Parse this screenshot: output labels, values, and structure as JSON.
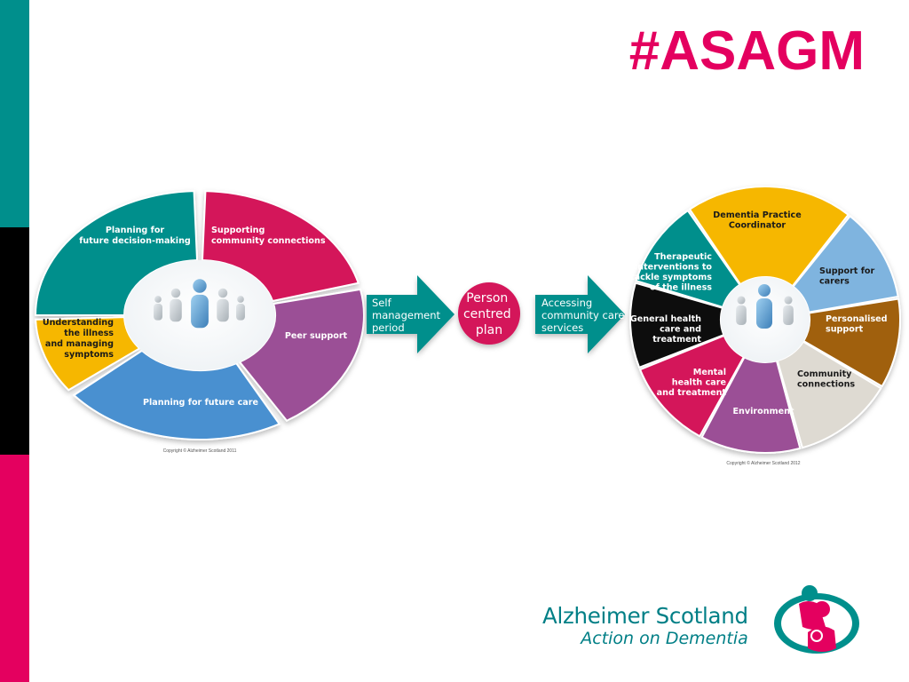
{
  "slide": {
    "hashtag": "#ASAGM",
    "colors": {
      "teal": "#008f8c",
      "black": "#000000",
      "pink": "#e4005f",
      "magenta": "#d4145a",
      "purple": "#9b4f96",
      "blue": "#5b9bd5",
      "yellow": "#f6b700",
      "light_blue": "#7fb4df",
      "brown": "#a0600e",
      "grey": "#dedad2"
    }
  },
  "left_diagram": {
    "segments": [
      {
        "label": [
          "Planning for",
          "future decision-making"
        ],
        "color": "#008f8c",
        "text_color": "#ffffff"
      },
      {
        "label": [
          "Supporting",
          "community connections"
        ],
        "color": "#d4145a",
        "text_color": "#ffffff"
      },
      {
        "label": [
          "Peer support"
        ],
        "color": "#9b4f96",
        "text_color": "#ffffff"
      },
      {
        "label": [
          "Planning for future care"
        ],
        "color": "#4a90d0",
        "text_color": "#ffffff"
      },
      {
        "label": [
          "Understanding",
          "the illness",
          "and managing",
          "symptoms"
        ],
        "color": "#f6b700",
        "text_color": "#1a1a1a"
      }
    ],
    "copyright": "Copyright © Alzheimer Scotland 2011"
  },
  "arrow1": {
    "lines": [
      "Self",
      "management",
      "period"
    ]
  },
  "center": {
    "lines": [
      "Person",
      "centred",
      "plan"
    ]
  },
  "arrow2": {
    "lines": [
      "Accessing",
      "community care",
      "services"
    ]
  },
  "right_diagram": {
    "segments": [
      {
        "label": [
          "Dementia Practice",
          "Coordinator"
        ],
        "color": "#f6b700",
        "text_color": "#1a1a1a"
      },
      {
        "label": [
          "Support for",
          "carers"
        ],
        "color": "#7fb4df",
        "text_color": "#1a1a1a"
      },
      {
        "label": [
          "Personalised",
          "support"
        ],
        "color": "#a0600e",
        "text_color": "#ffffff"
      },
      {
        "label": [
          "Community",
          "connections"
        ],
        "color": "#dedad2",
        "text_color": "#1a1a1a"
      },
      {
        "label": [
          "Environment"
        ],
        "color": "#9b4f96",
        "text_color": "#ffffff"
      },
      {
        "label": [
          "Mental",
          "health care",
          "and treatment"
        ],
        "color": "#d4145a",
        "text_color": "#ffffff"
      },
      {
        "label": [
          "General health",
          "care and",
          "treatment"
        ],
        "color": "#111111",
        "text_color": "#ffffff"
      },
      {
        "label": [
          "Therapeutic",
          "interventions to",
          "tackle symptoms",
          "of the illness"
        ],
        "color": "#008f8c",
        "text_color": "#ffffff"
      }
    ],
    "copyright": "Copyright © Alzheimer Scotland 2012"
  },
  "brand": {
    "name": "Alzheimer Scotland",
    "tagline": "Action on Dementia"
  }
}
